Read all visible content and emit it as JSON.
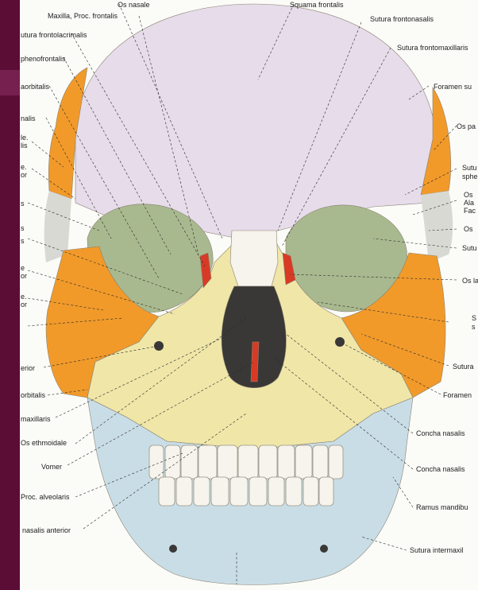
{
  "colors": {
    "frontal": "#e6dcea",
    "zygomatic": "#f19a2a",
    "maxilla": "#efe6a8",
    "mandible": "#c9dde6",
    "sphenoid": "#a9b98f",
    "nasal": "#f7f4ee",
    "lacrimal": "#d93a25",
    "teeth": "#f6f4ec",
    "cavity": "#3a3836",
    "frame": "#5b0d36"
  },
  "labels_left": [
    {
      "text": "Maxilla, Proc. frontalis"
    },
    {
      "text": "utura frontolacrimalis"
    },
    {
      "text": "phenofrontalis"
    },
    {
      "text": "aorbitalis"
    },
    {
      "text": "nalis"
    },
    {
      "text": "le."
    },
    {
      "text": "lis"
    },
    {
      "text": "e."
    },
    {
      "text": "or"
    },
    {
      "text": "s"
    },
    {
      "text": "s"
    },
    {
      "text": "s"
    },
    {
      "text": "e"
    },
    {
      "text": "or"
    },
    {
      "text": "e."
    },
    {
      "text": "or"
    },
    {
      "text": "erior"
    },
    {
      "text": "orbitalis"
    },
    {
      "text": "maxillaris"
    },
    {
      "text": "Os ethmoidale"
    },
    {
      "text": "Vomer"
    },
    {
      "text": "Proc. alveolaris"
    },
    {
      "text": "nasalis anterior"
    }
  ],
  "labels_top": [
    {
      "text": "Os nasale"
    },
    {
      "text": "Squama frontalis"
    }
  ],
  "labels_right": [
    {
      "text": "Sutura frontonasalis"
    },
    {
      "text": "Sutura frontomaxillaris"
    },
    {
      "text": "Foramen su"
    },
    {
      "text": "Os pa"
    },
    {
      "text": "Sutu"
    },
    {
      "text": "sphe"
    },
    {
      "text": "Os"
    },
    {
      "text": "Ala"
    },
    {
      "text": "Fac"
    },
    {
      "text": "Os"
    },
    {
      "text": "Sutu"
    },
    {
      "text": "Os la"
    },
    {
      "text": "S"
    },
    {
      "text": "s"
    },
    {
      "text": "Sutura"
    },
    {
      "text": "Foramen"
    },
    {
      "text": "Concha nasalis"
    },
    {
      "text": "Concha nasalis"
    },
    {
      "text": "Ramus mandibu"
    },
    {
      "text": "Sutura intermaxil"
    }
  ]
}
